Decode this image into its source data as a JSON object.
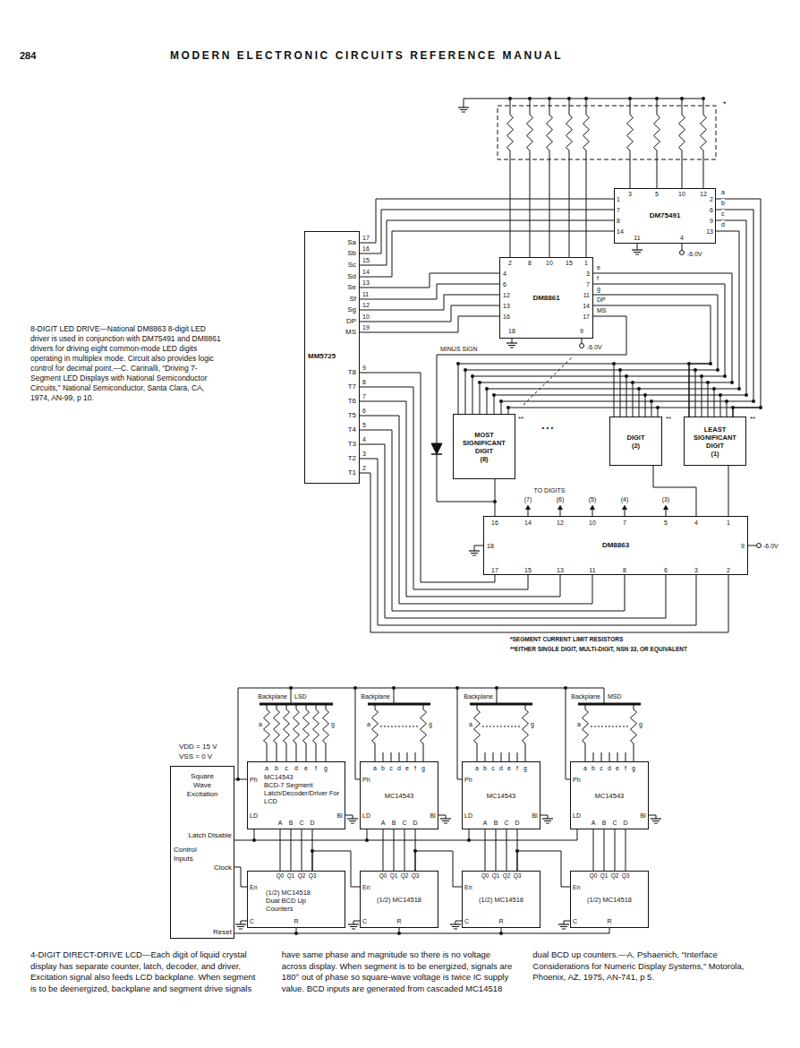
{
  "diagram": {
    "title": "MODERN ELECTRONIC CIRCUITS REFERENCE MANUAL",
    "caption": "4-DIGIT DIRECT-DRIVE LCD—Each digit of liquid crystal display has separate counter, latch, decoder, and driver. Excitation signal also feeds LCD backplane. When segment is to be deenergized, backplane and segment drive signals have same phase and magnitude so there is no voltage across display. When segment is to be energized, signals are 180° out of phase so square-wave voltage is twice IC supply value. BCD inputs are generated from cascaded MC14518 dual BCD up counters.—A. Pshaenich, “Interface Considerations for Numeric Display Systems,” Motorola, Phoenix, AZ, 1975, AN-741, p 5.",
    "nodes": [
      {
        "text": [
          "MM5725"
        ]
      },
      {
        "text": [
          "DM75491"
        ]
      },
      {
        "text": [
          "DM8861"
        ]
      },
      {
        "text": [
          "MOST SIGNIFICANT DIGIT",
          "(8)"
        ]
      },
      {
        "text": [
          "DIGIT",
          "(2)"
        ]
      },
      {
        "text": [
          "LEAST SIGNIFICANT DIGIT",
          "(1)"
        ]
      },
      {
        "text": [
          "DM8863"
        ]
      },
      {
        "text": [
          "Square Wave Excitation",
          "Latch Disable",
          "Control Inputs",
          "Clock",
          "Reset"
        ]
      },
      {
        "text": [
          "MC14543",
          "BCD-7 Segment Latch/Decoder/Driver For LCD"
        ]
      },
      {
        "text": [
          "MC14543"
        ]
      },
      {
        "text": [
          "MC14543"
        ]
      },
      {
        "text": [
          "MC14543"
        ]
      },
      {
        "text": [
          "(1/2) MC14518",
          "Dual BCD Up Counters"
        ]
      },
      {
        "text": [
          "(1/2) MC14518"
        ]
      },
      {
        "text": [
          "(1/2) MC14518"
        ]
      },
      {
        "text": [
          "(1/2) MC14518"
        ]
      }
    ],
    "edges": [
      {
        "from": 0,
        "to": 1,
        "arrow": "none"
      },
      {
        "from": 0,
        "to": 2,
        "arrow": "none"
      },
      {
        "from": 0,
        "to": 6,
        "arrow": "none"
      },
      {
        "from": 1,
        "to": 5,
        "arrow": "none"
      },
      {
        "from": 2,
        "to": 5,
        "arrow": "none"
      },
      {
        "from": 6,
        "to": 3,
        "arrow": "none"
      },
      {
        "from": 6,
        "to": 4,
        "arrow": "none"
      },
      {
        "from": 6,
        "to": 5,
        "arrow": "none"
      },
      {
        "from": 7,
        "to": 8,
        "arrow": "none"
      },
      {
        "from": 7,
        "to": 12,
        "arrow": "none"
      },
      {
        "from": 12,
        "to": 8,
        "arrow": "none"
      },
      {
        "from": 13,
        "to": 9,
        "arrow": "none"
      },
      {
        "from": 14,
        "to": 10,
        "arrow": "none"
      },
      {
        "from": 15,
        "to": 11,
        "arrow": "none"
      },
      {
        "from": 12,
        "to": 13,
        "arrow": "none"
      },
      {
        "from": 13,
        "to": 14,
        "arrow": "none"
      },
      {
        "from": 14,
        "to": 15,
        "arrow": "none"
      },
      {
        "from": 7,
        "to": 8,
        "arrow": "none"
      }
    ],
    "labels": [
      "284",
      "8-DIGIT LED DRIVE—National DM8863 8-digit LED driver is used in conjunction with DM75491 and DM8861 drivers for driving eight common-mode LED digits operating in multiplex mode. Circuit also provides logic control for decimal point.—C. Carinalli, “Driving 7-Segment LED Displays with National Semiconductor Circuits,” National Semiconductor, Santa Clara, CA, 1974, AN-99, p 10.",
      "Sa",
      "Sb",
      "Sc",
      "Sd",
      "Se",
      "Sf",
      "Sg",
      "DP",
      "MS",
      "T8",
      "T7",
      "T6",
      "T5",
      "T4",
      "T3",
      "T2",
      "T1",
      "17",
      "16",
      "15",
      "14",
      "13",
      "11",
      "12",
      "10",
      "19",
      "9",
      "8",
      "7",
      "6",
      "5",
      "4",
      "3",
      "2",
      "3",
      "5",
      "10",
      "12",
      "1",
      "7",
      "8",
      "14",
      "2",
      "6",
      "9",
      "13",
      "11",
      "4",
      "a",
      "b",
      "c",
      "d",
      "-6.0V",
      "*",
      "2",
      "8",
      "10",
      "15",
      "1",
      "4",
      "6",
      "12",
      "13",
      "16",
      "3",
      "7",
      "11",
      "14",
      "17",
      "18",
      "9",
      "e",
      "f",
      "g",
      "DP",
      "MS",
      "-6.0V",
      "MINUS SIGN",
      "**",
      "**",
      "**",
      "• • •",
      "TO DIGITS",
      "(7)",
      "(6)",
      "(5)",
      "(4)",
      "(3)",
      "16",
      "14",
      "12",
      "10",
      "7",
      "5",
      "4",
      "1",
      "17",
      "15",
      "13",
      "11",
      "8",
      "6",
      "3",
      "2",
      "18",
      "9",
      "-6.0V",
      "*SEGMENT CURRENT LIMIT RESISTORS",
      "**EITHER SINGLE DIGIT, MULTI-DIGIT, NSN 33, OR EQUIVALENT",
      "VDD = 15 V",
      "VSS = 0 V",
      "Backplane",
      "LSD",
      "Backplane",
      "Backplane",
      "Backplane",
      "MSD",
      "a",
      "g",
      "a",
      "g",
      "a",
      "g",
      "a",
      "g",
      "a",
      "b",
      "c",
      "d",
      "e",
      "f",
      "g",
      "Ph",
      "LD",
      "BI",
      "A",
      "B",
      "C",
      "D",
      "a",
      "b",
      "c",
      "d",
      "e",
      "f",
      "g",
      "Ph",
      "LD",
      "BI",
      "A",
      "B",
      "C",
      "D",
      "a",
      "b",
      "c",
      "d",
      "e",
      "f",
      "g",
      "Ph",
      "LD",
      "BI",
      "A",
      "B",
      "C",
      "D",
      "a",
      "b",
      "c",
      "d",
      "e",
      "f",
      "g",
      "Ph",
      "LD",
      "BI",
      "A",
      "B",
      "C",
      "D",
      "Q0",
      "Q1",
      "Q2",
      "Q3",
      "En",
      "C",
      "R",
      "Q0",
      "Q1",
      "Q2",
      "Q3",
      "En",
      "C",
      "R",
      "Q0",
      "Q1",
      "Q2",
      "Q3",
      "En",
      "C",
      "R",
      "Q0",
      "Q1",
      "Q2",
      "Q3",
      "En",
      "C",
      "R"
    ]
  }
}
